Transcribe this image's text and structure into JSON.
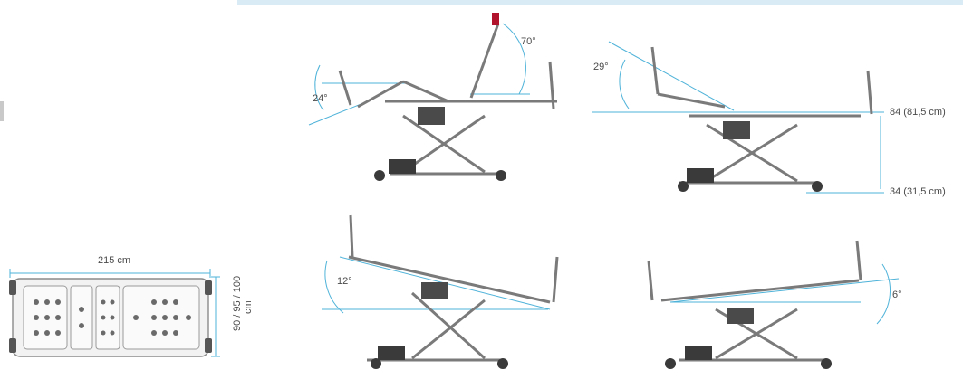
{
  "colors": {
    "accent": "#4fb3d9",
    "frame": "#7a7a7a",
    "dark": "#3a3a3a",
    "highlight": "#b2132c"
  },
  "top_view": {
    "length_label": "215 cm",
    "width_label_1": "90 / 95 / 100",
    "width_label_2": "cm"
  },
  "panel_back_up": {
    "angle_back": "70°",
    "angle_legs": "24°"
  },
  "panel_heights": {
    "angle_head": "29°",
    "height_max": "84 (81,5 cm)",
    "height_min": "34 (31,5 cm)"
  },
  "panel_trendelenburg": {
    "angle": "12°"
  },
  "panel_reverse": {
    "angle": "6°"
  }
}
